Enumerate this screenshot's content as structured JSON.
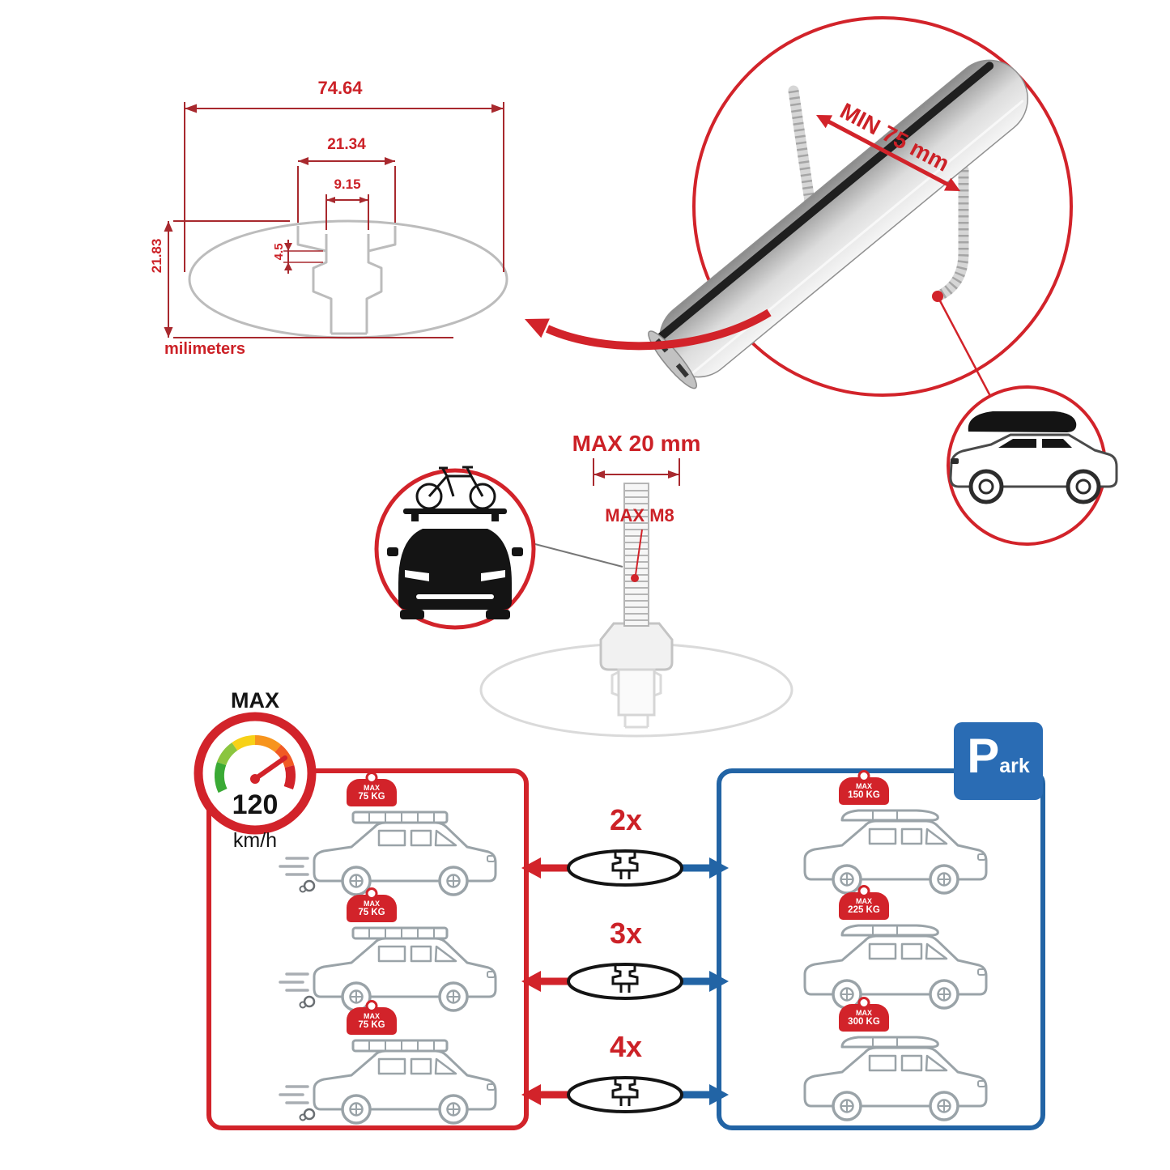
{
  "colors": {
    "accent_red": "#d2232a",
    "accent_blue": "#2a6cb4"
  },
  "cross_section": {
    "total_width": "74.64",
    "channel_width": "21.34",
    "slot_width": "9.15",
    "slot_depth": "4.5",
    "total_height": "21.83",
    "unit_label": "milimeters"
  },
  "bar_detail": {
    "min_clamp_label": "MIN 75 mm"
  },
  "bolt_detail": {
    "max_plate_label": "MAX 20 mm",
    "max_thread_label": "MAX M8"
  },
  "speed_limit": {
    "label": "MAX",
    "value": "120",
    "unit": "km/h"
  },
  "park_sign": {
    "initial": "P",
    "rest": "ark"
  },
  "comparison": {
    "rows": [
      {
        "multiplier": "2x",
        "left_load": {
          "line1": "MAX",
          "line2": "75 KG"
        },
        "right_load": {
          "line1": "MAX",
          "line2": "150 KG"
        }
      },
      {
        "multiplier": "3x",
        "left_load": {
          "line1": "MAX",
          "line2": "75 KG"
        },
        "right_load": {
          "line1": "MAX",
          "line2": "225 KG"
        }
      },
      {
        "multiplier": "4x",
        "left_load": {
          "line1": "MAX",
          "line2": "75 KG"
        },
        "right_load": {
          "line1": "MAX",
          "line2": "300 KG"
        }
      }
    ]
  }
}
